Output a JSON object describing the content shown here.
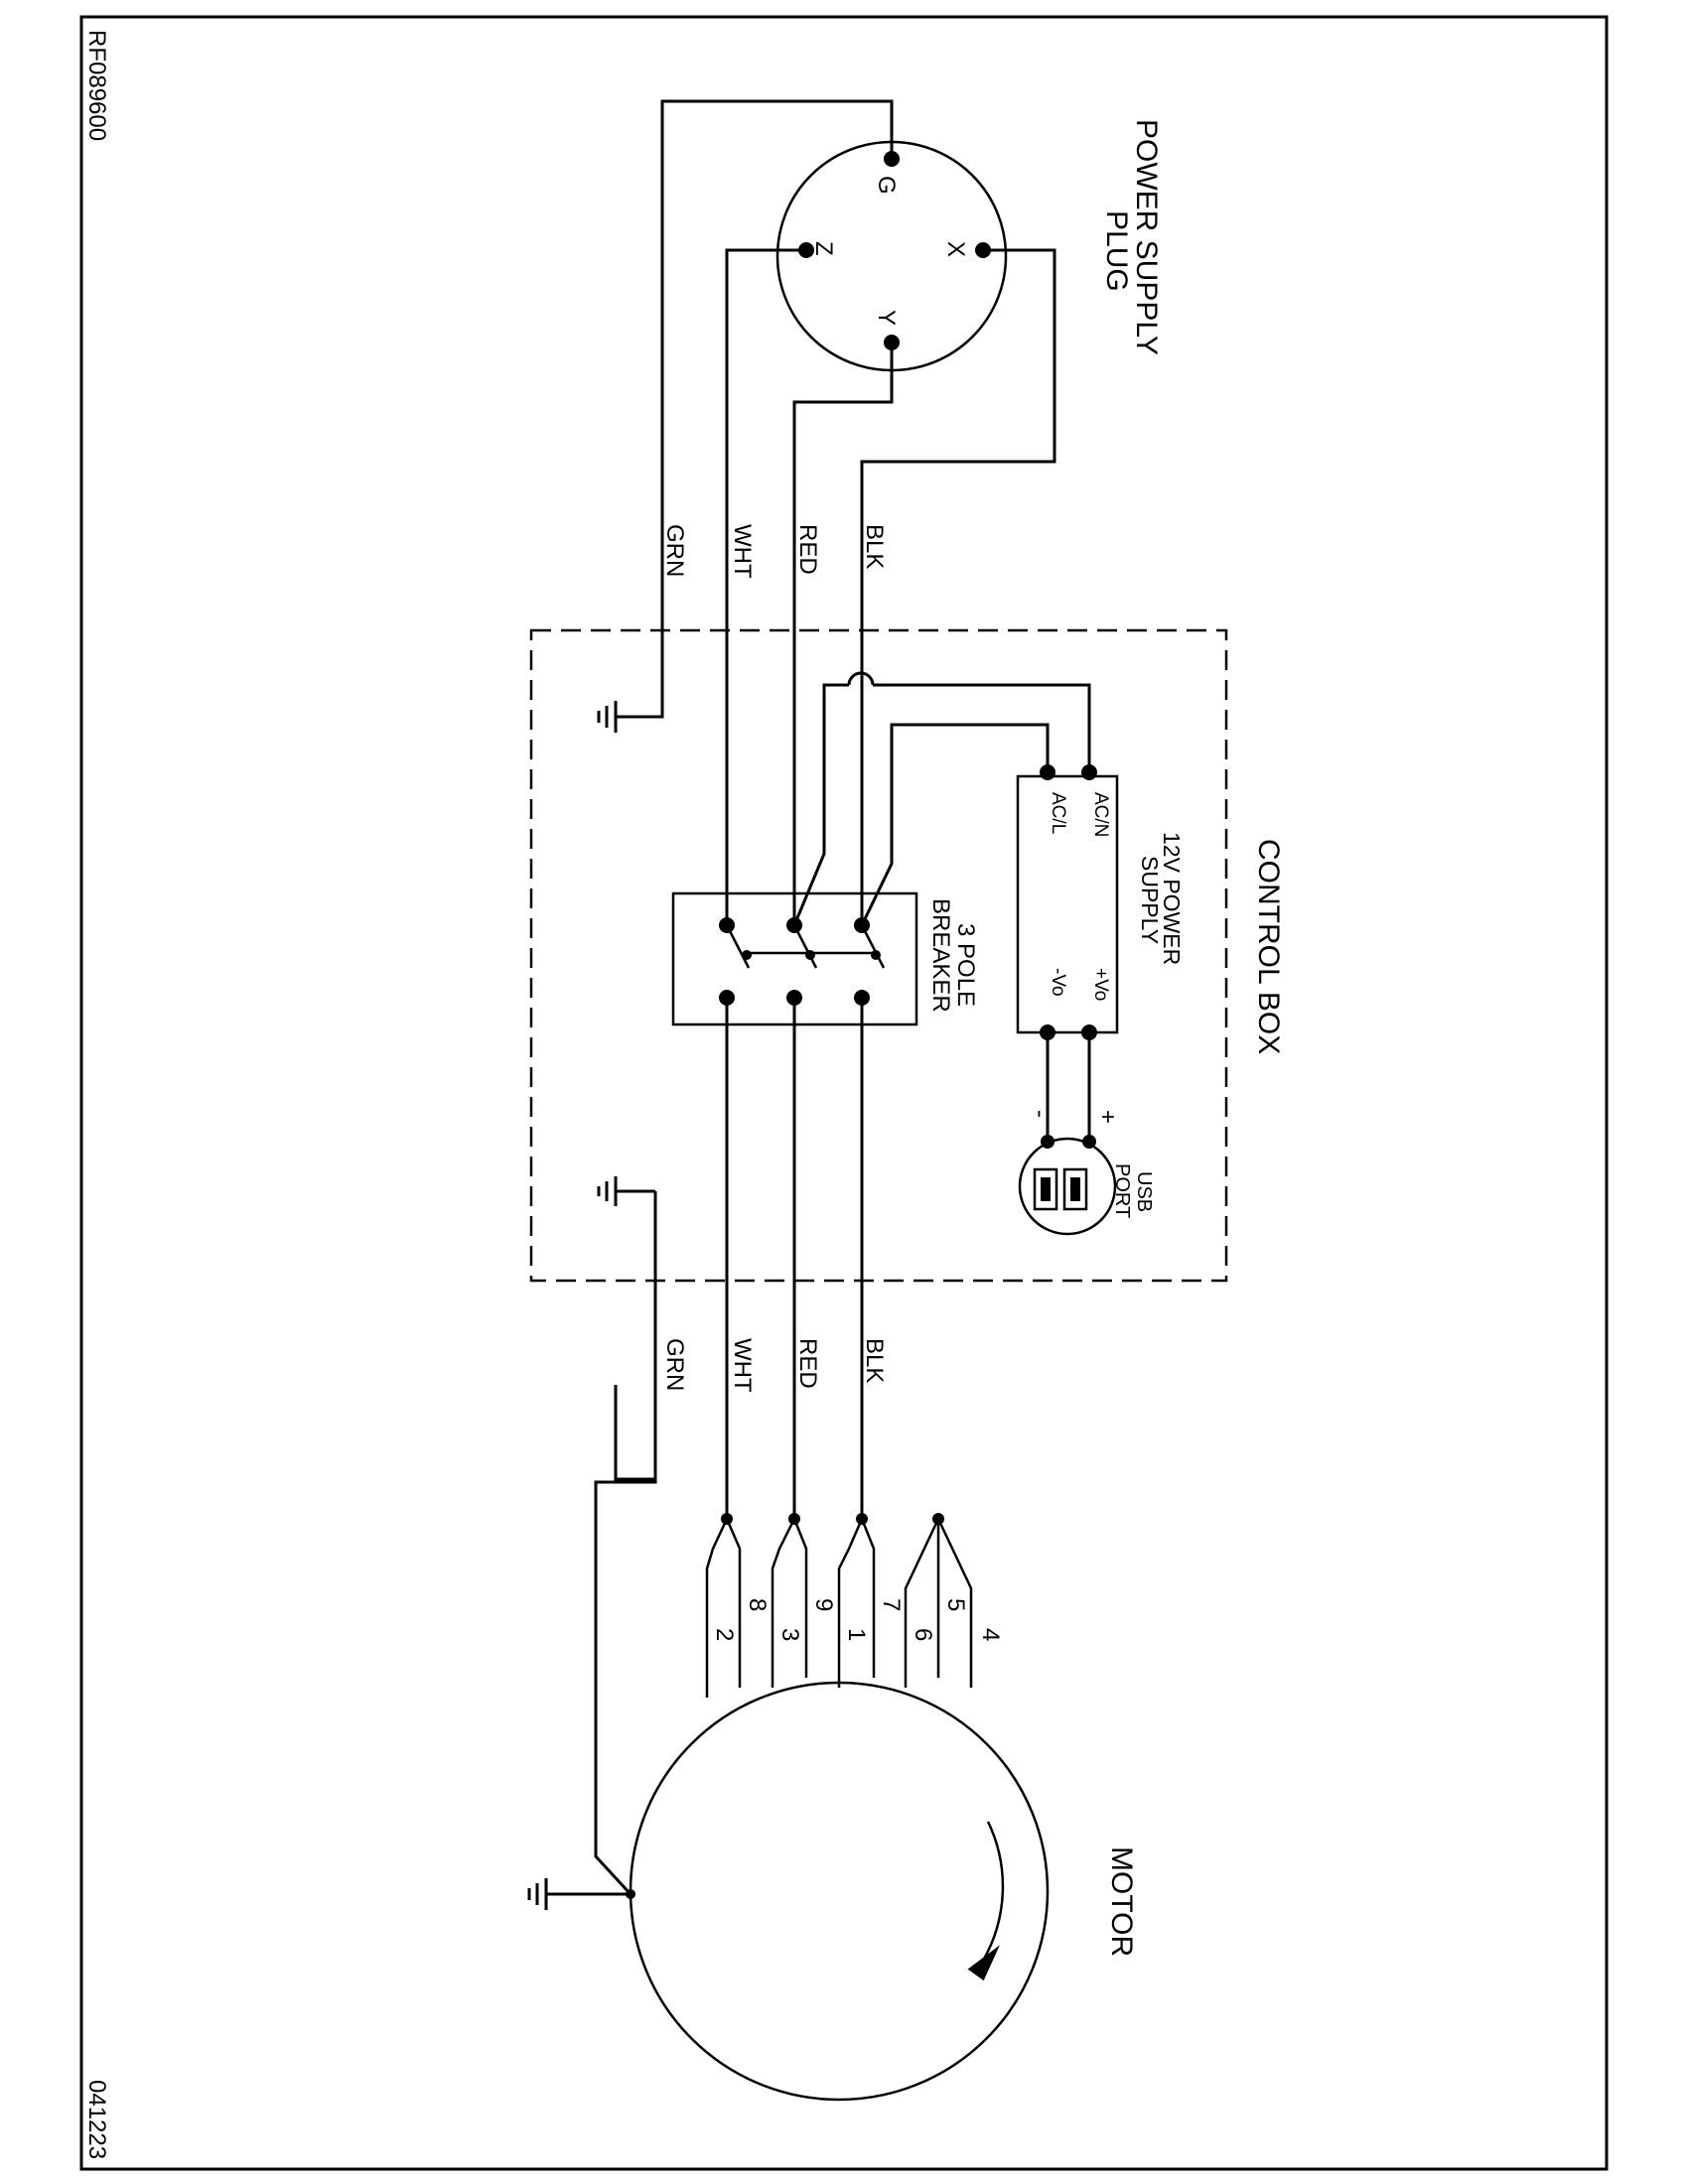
{
  "drawing": {
    "code": "RF089600",
    "date": "041223"
  },
  "plug": {
    "title_1": "POWER SUPPLY",
    "title_2": "PLUG",
    "pin_g": "G",
    "pin_x": "X",
    "pin_y": "Y",
    "pin_z": "Z"
  },
  "wires": {
    "blk": "BLK",
    "red": "RED",
    "wht": "WHT",
    "grn": "GRN"
  },
  "control_box": {
    "title": "CONTROL BOX",
    "breaker_1": "3 POLE",
    "breaker_2": "BREAKER",
    "psu_1": "12V POWER",
    "psu_2": "SUPPLY",
    "psu_acn": "AC/N",
    "psu_acl": "AC/L",
    "psu_vplus": "+Vo",
    "psu_vminus": "-Vo",
    "usb_1": "USB",
    "usb_2": "PORT",
    "plus": "+",
    "minus": "-"
  },
  "motor": {
    "title": "MOTOR",
    "leads": [
      "4",
      "5",
      "6",
      "7",
      "1",
      "9",
      "3",
      "8",
      "2"
    ]
  }
}
